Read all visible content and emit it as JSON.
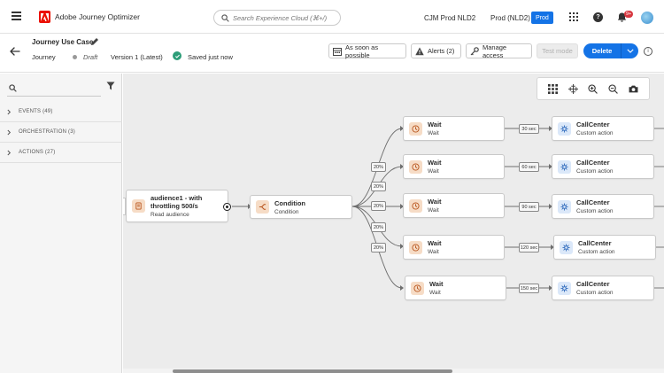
{
  "topbar": {
    "app_name": "Adobe Journey Optimizer",
    "search_placeholder": "Search Experience Cloud (⌘+/)",
    "org_name": "CJM Prod NLD2",
    "sandbox_name": "Prod (NLD2)",
    "sandbox_badge": "Prod",
    "notification_count": "9+"
  },
  "header": {
    "journey_title": "Journey Use Case",
    "type_label": "Journey",
    "status": "Draft",
    "version": "Version 1 (Latest)",
    "saved": "Saved just now",
    "schedule_button": "As soon as possible",
    "alerts_button": "Alerts (2)",
    "access_button": "Manage access",
    "test_mode_button": "Test mode",
    "delete_button": "Delete"
  },
  "left_panel": {
    "search_placeholder": "",
    "categories": [
      {
        "label": "EVENTS (49)"
      },
      {
        "label": "ORCHESTRATION (3)"
      },
      {
        "label": "ACTIONS (27)"
      }
    ]
  },
  "canvas": {
    "audience_node": {
      "title": "audience1 - with throttling 500/s",
      "subtitle": "Read audience"
    },
    "condition_node": {
      "title": "Condition",
      "subtitle": "Condition"
    },
    "branches": [
      {
        "percent": "20%",
        "wait_title": "Wait",
        "wait_subtitle": "Wait",
        "delay": "30 sec",
        "action_title": "CallCenter",
        "action_subtitle": "Custom action"
      },
      {
        "percent": "20%",
        "wait_title": "Wait",
        "wait_subtitle": "Wait",
        "delay": "60 sec",
        "action_title": "CallCenter",
        "action_subtitle": "Custom action"
      },
      {
        "percent": "20%",
        "wait_title": "Wait",
        "wait_subtitle": "Wait",
        "delay": "90 sec",
        "action_title": "CallCenter",
        "action_subtitle": "Custom action"
      },
      {
        "percent": "20%",
        "wait_title": "Wait",
        "wait_subtitle": "Wait",
        "delay": "120 sec",
        "action_title": "CallCenter",
        "action_subtitle": "Custom action"
      },
      {
        "percent": "20%",
        "wait_title": "Wait",
        "wait_subtitle": "Wait",
        "delay": "150 sec",
        "action_title": "CallCenter",
        "action_subtitle": "Custom action"
      }
    ]
  },
  "colors": {
    "accent": "#1473e6",
    "adobe_red": "#eb1000",
    "saved_green": "#2d9d78",
    "node_orange_bg": "#f6dcc6",
    "node_blue_bg": "#dbe8f9"
  }
}
